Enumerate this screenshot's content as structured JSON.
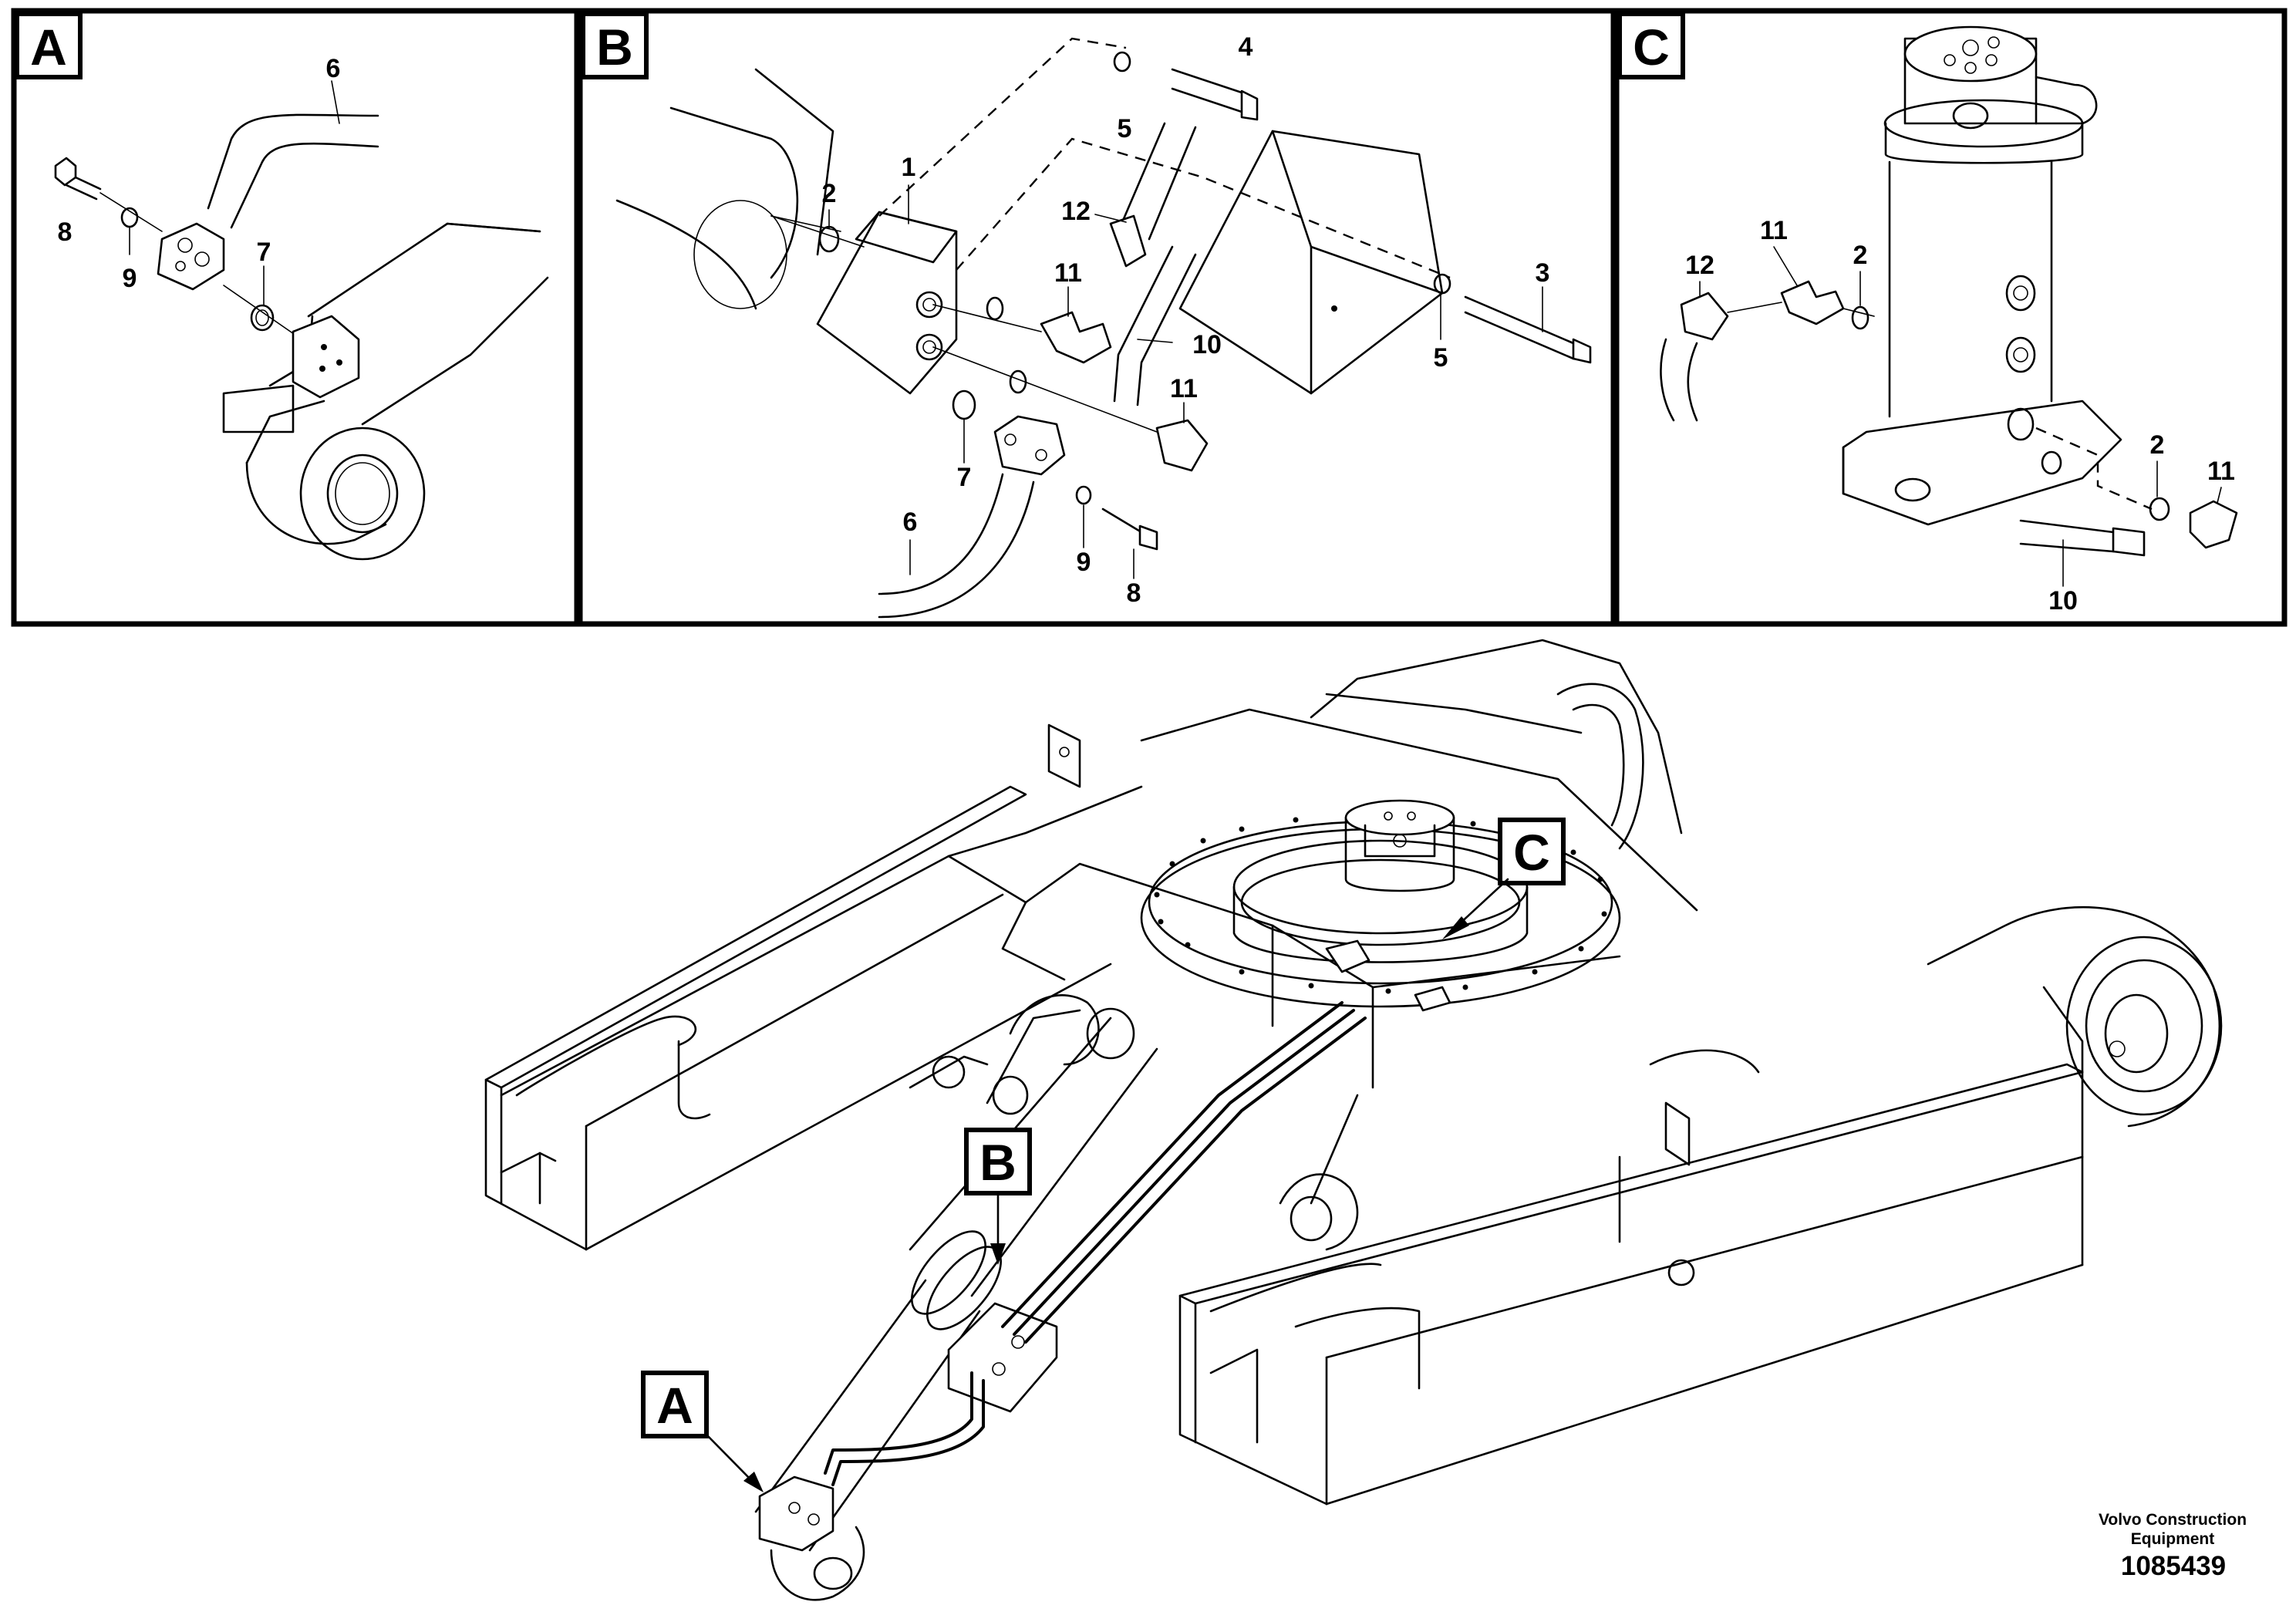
{
  "panels": [
    {
      "id": "A",
      "letter": "A"
    },
    {
      "id": "B",
      "letter": "B"
    },
    {
      "id": "C",
      "letter": "C"
    }
  ],
  "callouts": {
    "A": [
      "6",
      "8",
      "9",
      "7"
    ],
    "B": [
      "4",
      "5",
      "1",
      "2",
      "12",
      "11",
      "10",
      "11",
      "3",
      "5",
      "7",
      "6",
      "9",
      "8"
    ],
    "C": [
      "11",
      "12",
      "2",
      "2",
      "11",
      "10"
    ]
  },
  "overview_markers": [
    "C",
    "B",
    "A"
  ],
  "footer": {
    "company_line1": "Volvo Construction",
    "company_line2": "Equipment",
    "doc_number": "1085439"
  }
}
